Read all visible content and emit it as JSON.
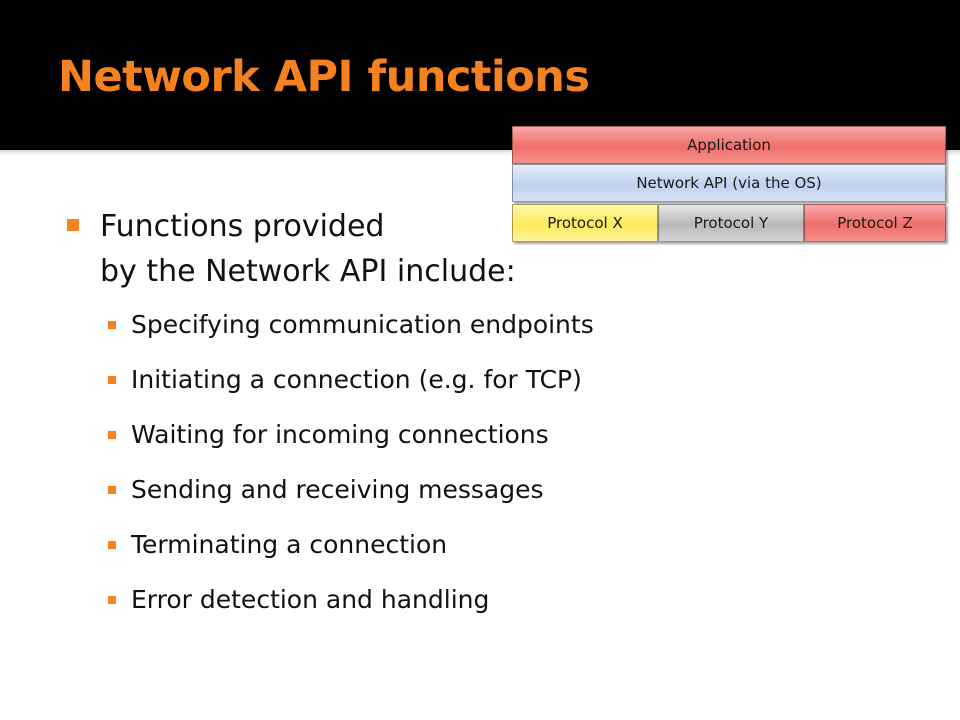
{
  "slide": {
    "title": "Network API functions"
  },
  "diagram": {
    "application": "Application",
    "network_api": "Network API  (via the OS)",
    "protocols": [
      "Protocol X",
      "Protocol Y",
      "Protocol Z"
    ]
  },
  "content": {
    "main_bullet_line1": "Functions provided",
    "main_bullet_line2": "by the Network API include:",
    "sub_bullets": [
      "Specifying communication endpoints",
      "Initiating a connection (e.g. for TCP)",
      "Waiting for incoming connections",
      "Sending and receiving messages",
      "Terminating a connection",
      "Error detection and handling"
    ]
  },
  "colors": {
    "accent": "#f58220",
    "title_background": "#000000"
  }
}
